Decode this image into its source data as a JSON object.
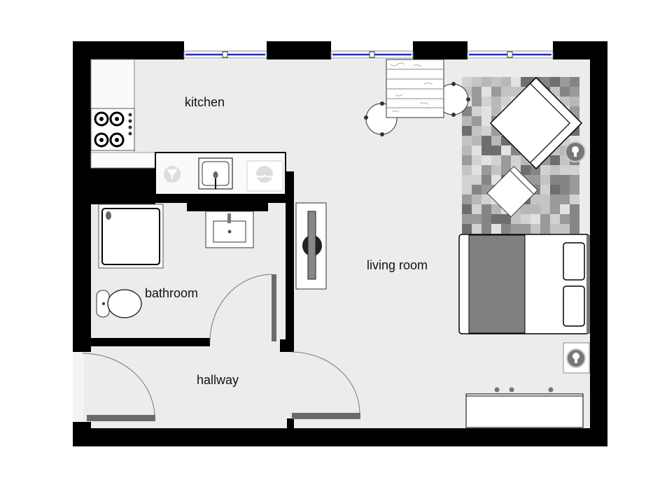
{
  "rooms": {
    "kitchen": "kitchen",
    "living_room": "living room",
    "bathroom": "bathroom",
    "hallway": "hallway"
  },
  "colors": {
    "wall": "#000000",
    "floor": "#ececec",
    "window_glass": "#1a2bd6",
    "door_leaf": "#6b6b6b",
    "furniture": "#ffffff"
  },
  "icons": [
    "stove-icon",
    "sink-icon",
    "dishwasher-icon",
    "washing-machine-icon",
    "shower-icon",
    "toilet-icon",
    "tv-icon",
    "lamp-icon",
    "bed-icon",
    "armchair-icon",
    "dining-table-icon",
    "rug-icon",
    "dresser-icon"
  ]
}
